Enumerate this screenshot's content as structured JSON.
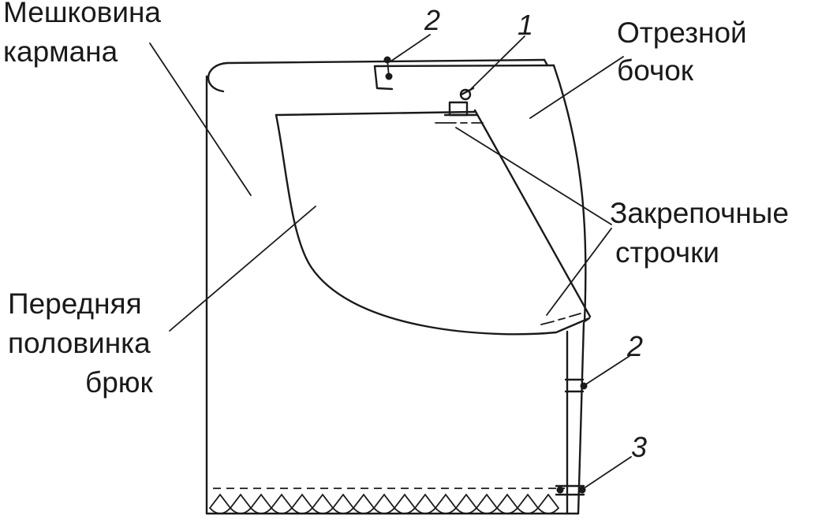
{
  "labels": {
    "pocket_bag_line1": "Мешковина",
    "pocket_bag_line2": "кармана",
    "side_piece_line1": "Отрезной",
    "side_piece_line2": "бочок",
    "bartack_line1": "Закрепочные",
    "bartack_line2": "строчки",
    "front_half_line1": "Передняя",
    "front_half_line2": "половинка",
    "front_half_line3": "брюк"
  },
  "markers": {
    "m1": "1",
    "m2_top": "2",
    "m2_side": "2",
    "m3": "3"
  }
}
